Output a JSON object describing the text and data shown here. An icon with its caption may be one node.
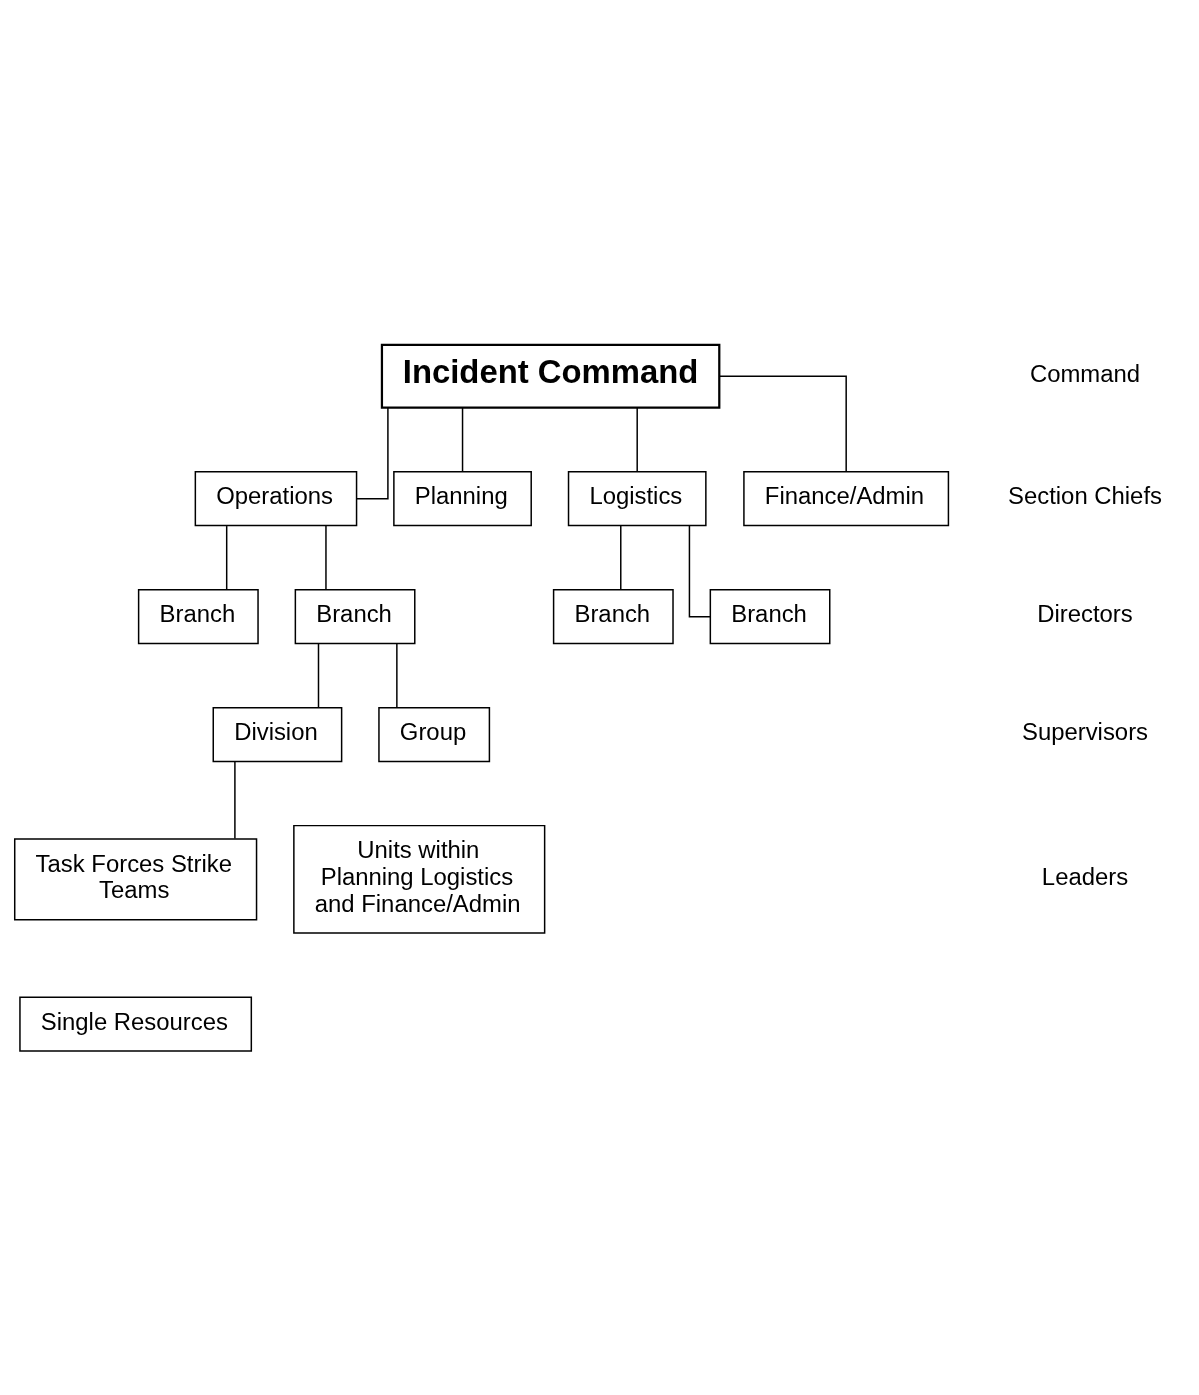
{
  "diagram": {
    "nodes": [
      {
        "text": [
          "Incident Command"
        ]
      },
      {
        "text": [
          "Operations"
        ]
      },
      {
        "text": [
          "Planning"
        ]
      },
      {
        "text": [
          "Logistics"
        ]
      },
      {
        "text": [
          "Finance/Admin"
        ]
      },
      {
        "text": [
          "Branch"
        ]
      },
      {
        "text": [
          "Branch"
        ]
      },
      {
        "text": [
          "Branch"
        ]
      },
      {
        "text": [
          "Branch"
        ]
      },
      {
        "text": [
          "Division"
        ]
      },
      {
        "text": [
          "Group"
        ]
      },
      {
        "text": [
          "Task Forces Strike Teams"
        ]
      },
      {
        "text": [
          "Units within Planning Logistics and Finance/Admin"
        ]
      },
      {
        "text": [
          "Single Resources"
        ]
      }
    ],
    "edges": [
      {
        "from": 0,
        "to": 1,
        "arrow": "none"
      },
      {
        "from": 0,
        "to": 2,
        "arrow": "none"
      },
      {
        "from": 0,
        "to": 3,
        "arrow": "none"
      },
      {
        "from": 0,
        "to": 4,
        "arrow": "none"
      },
      {
        "from": 1,
        "to": 5,
        "arrow": "none"
      },
      {
        "from": 1,
        "to": 6,
        "arrow": "none"
      },
      {
        "from": 3,
        "to": 7,
        "arrow": "none"
      },
      {
        "from": 3,
        "to": 8,
        "arrow": "none"
      },
      {
        "from": 6,
        "to": 9,
        "arrow": "none"
      },
      {
        "from": 6,
        "to": 10,
        "arrow": "none"
      },
      {
        "from": 9,
        "to": 11,
        "arrow": "none"
      }
    ],
    "labels": [
      "Command",
      "Section Chiefs",
      "Directors",
      "Supervisors",
      "Leaders"
    ]
  }
}
